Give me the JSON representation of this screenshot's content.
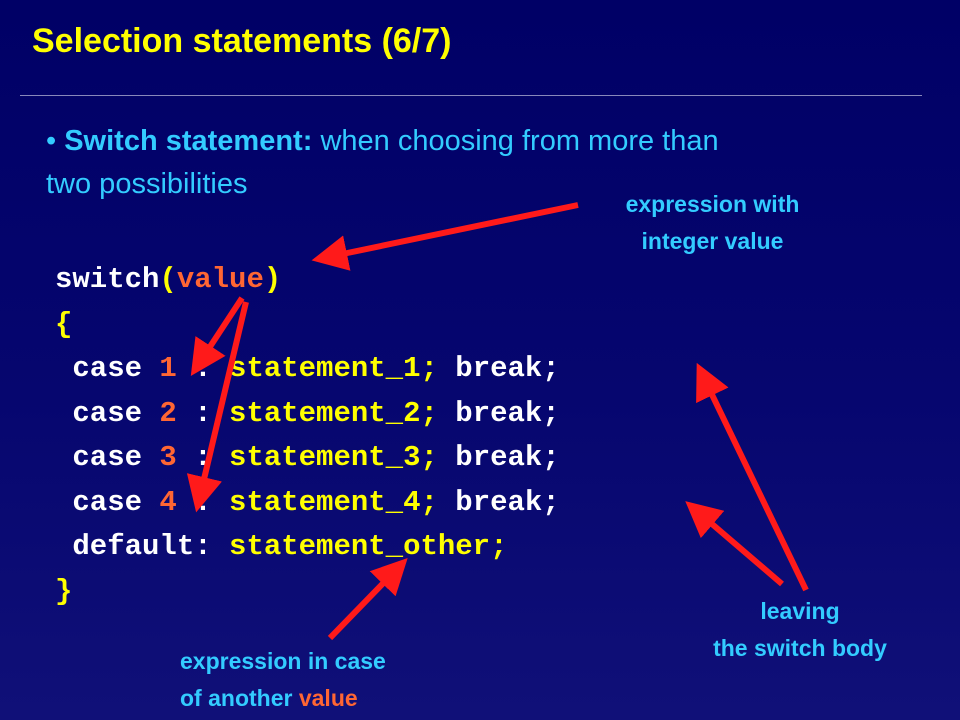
{
  "slide": {
    "title": "Selection statements (6/7)",
    "bullet": {
      "marker": "•",
      "keyword": "Switch statement:",
      "text_line1": " when choosing from more than",
      "text_line2": "two possibilities"
    }
  },
  "code": {
    "line1": {
      "switch_kw": "switch",
      "lparen": "(",
      "value": "value",
      "rparen": ")"
    },
    "open_brace": "{",
    "cases": [
      {
        "kw": " case ",
        "num": "1",
        "colon": " : ",
        "stmt": "statement_1;",
        "brk": " break;"
      },
      {
        "kw": " case ",
        "num": "2",
        "colon": " : ",
        "stmt": "statement_2;",
        "brk": " break;"
      },
      {
        "kw": " case ",
        "num": "3",
        "colon": " : ",
        "stmt": "statement_3;",
        "brk": " break;"
      },
      {
        "kw": " case ",
        "num": "4",
        "colon": " : ",
        "stmt": "statement_4;",
        "brk": " break;"
      }
    ],
    "default": {
      "kw": " default:",
      "stmt": " statement_other;"
    },
    "close_brace": "}"
  },
  "annotations": {
    "expr_integer": {
      "line1": "expression with",
      "line2": "integer value"
    },
    "leaving": {
      "line1": "leaving",
      "line2": "the switch body"
    },
    "expr_other": {
      "line1": "expression in case",
      "line2_a": "of another ",
      "line2_b": "value"
    }
  },
  "colors": {
    "background": "#000066",
    "title": "#ffff00",
    "accent_blue": "#33ccff",
    "accent_orange": "#ff6633",
    "arrow": "#ff1a1a"
  }
}
